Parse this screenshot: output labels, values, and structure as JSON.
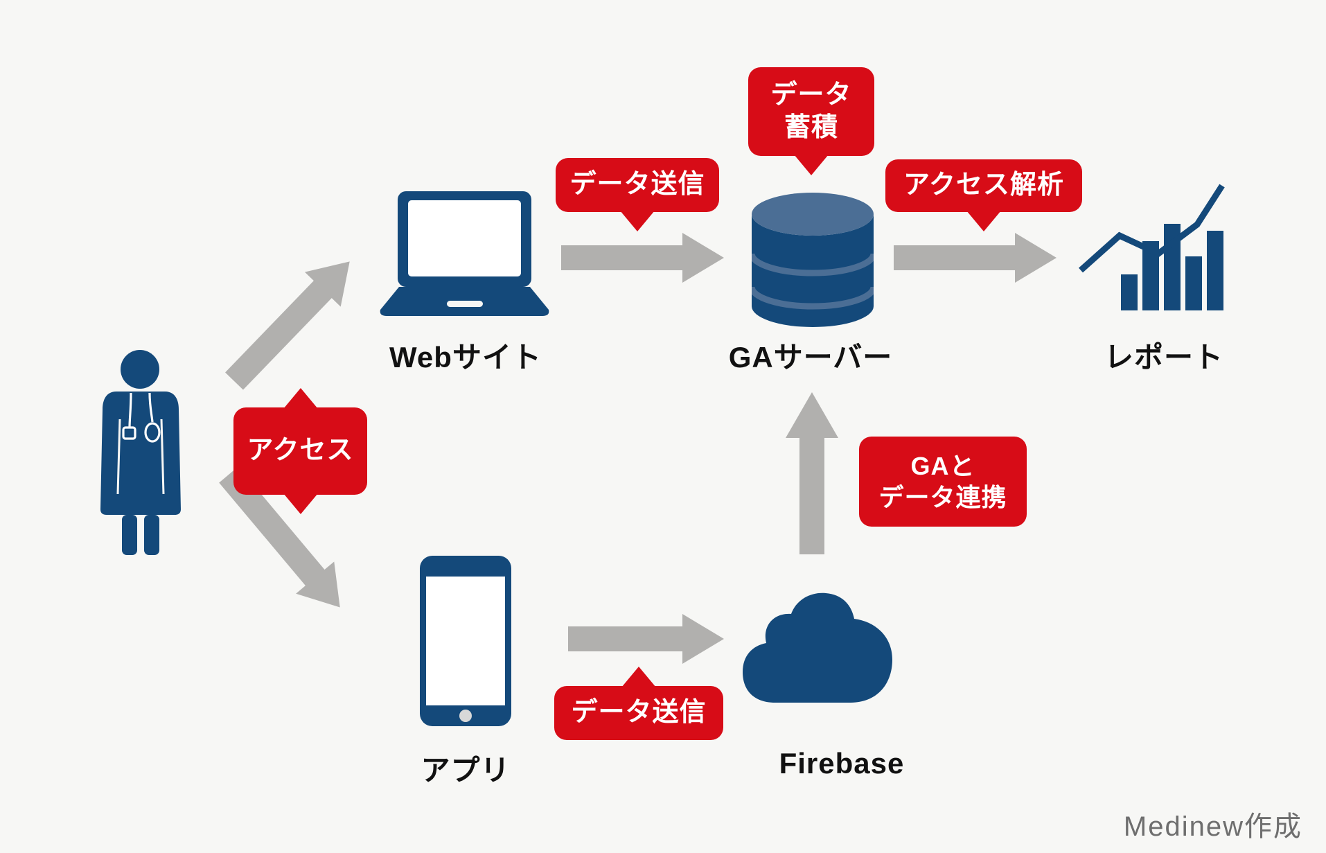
{
  "colors": {
    "background": "#f7f7f5",
    "navy": "#14497a",
    "navy_light": "#4b6e95",
    "red": "#d70c17",
    "arrow_gray": "#b1b0ae",
    "label_black": "#111111",
    "credit_gray": "#6e6e6e"
  },
  "nodes": {
    "user": {
      "icon": "doctor-icon"
    },
    "website": {
      "icon": "laptop-icon",
      "label": "Webサイト"
    },
    "app": {
      "icon": "smartphone-icon",
      "label": "アプリ"
    },
    "ga_server": {
      "icon": "database-icon",
      "label": "GAサーバー"
    },
    "firebase": {
      "icon": "cloud-icon",
      "label": "Firebase"
    },
    "report": {
      "icon": "bar-chart-icon",
      "label": "レポート"
    }
  },
  "callouts": {
    "access": {
      "text": "アクセス"
    },
    "data_send_web": {
      "text": "データ送信"
    },
    "data_accumulate": {
      "line1": "データ",
      "line2": "蓄積"
    },
    "access_analysis": {
      "text": "アクセス解析"
    },
    "data_send_app": {
      "text": "データ送信"
    },
    "ga_link": {
      "line1": "GAと",
      "line2": "データ連携"
    }
  },
  "arrows": [
    "arrow-user-to-website",
    "arrow-user-to-app",
    "arrow-website-to-ga-server",
    "arrow-ga-server-to-report",
    "arrow-app-to-firebase",
    "arrow-firebase-to-ga-server"
  ],
  "credit": "Medinew作成"
}
